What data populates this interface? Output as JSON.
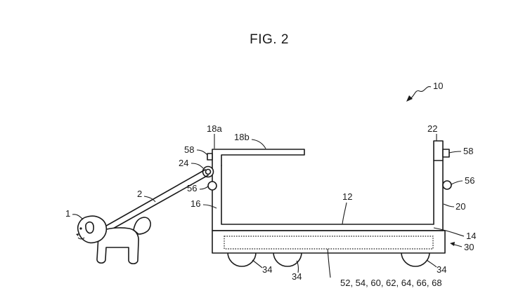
{
  "figure": {
    "title": "FIG. 2",
    "labels": {
      "apparatus": "10",
      "dog": "1",
      "leash": "2",
      "leash_holder": "24",
      "handle_upper": "18a",
      "handle_bar": "18b",
      "handle_left_sensor": "58",
      "handle_right_sensor": "58",
      "left_marker": "56",
      "right_marker": "56",
      "front_wall": "16",
      "floor": "12",
      "rear_wall": "20",
      "rear_post": "22",
      "base_plate": "14",
      "chassis": "30",
      "wheel_a": "34",
      "wheel_b": "34",
      "wheel_c": "34",
      "components": "52, 54, 60, 62, 64, 66, 68"
    }
  }
}
